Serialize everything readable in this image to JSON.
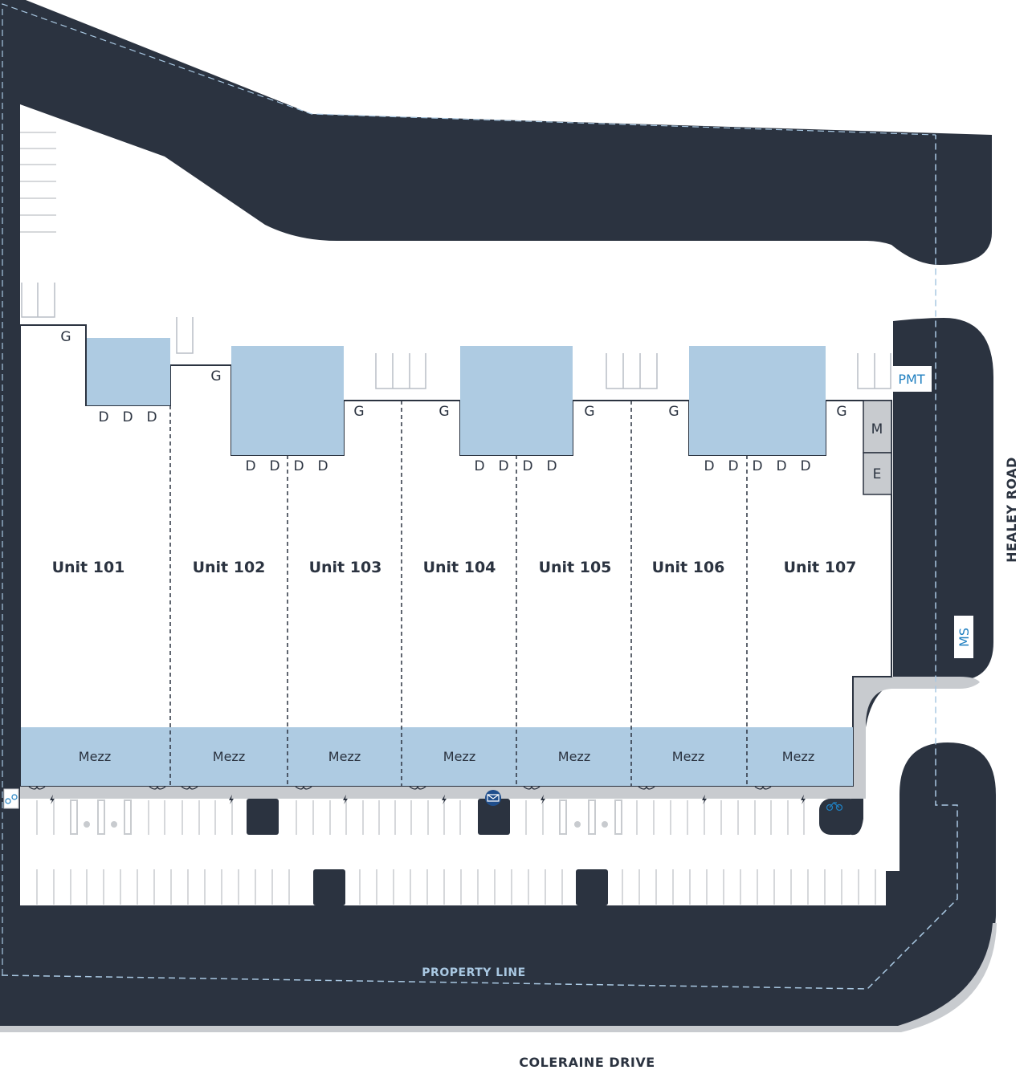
{
  "roads": {
    "south": "COLERAINE DRIVE",
    "east": "HEALEY ROAD"
  },
  "property_line_label": "PROPERTY LINE",
  "units": [
    {
      "label": "Unit 101",
      "mezz": "Mezz"
    },
    {
      "label": "Unit 102",
      "mezz": "Mezz"
    },
    {
      "label": "Unit 103",
      "mezz": "Mezz"
    },
    {
      "label": "Unit 104",
      "mezz": "Mezz"
    },
    {
      "label": "Unit 105",
      "mezz": "Mezz"
    },
    {
      "label": "Unit 106",
      "mezz": "Mezz"
    },
    {
      "label": "Unit 107",
      "mezz": "Mezz"
    }
  ],
  "door_codes": {
    "grade": "G",
    "dock": "D"
  },
  "utility_rooms": {
    "meter": "M",
    "electrical": "E"
  },
  "tags": {
    "pmt": "PMT",
    "ms": "MS"
  },
  "colors": {
    "road": "#2b3340",
    "dock_area": "#aecbe2",
    "mezzanine": "#aecbe2",
    "curb": "#c8cbcf",
    "property_line": "#a9c8e2",
    "tag_text": "#1f7fc0"
  },
  "icons": {
    "accessible_parking": "wheelchair-icon",
    "ev_charging": "lightning-icon",
    "bike_parking": "bicycle-icon",
    "mailbox": "mail-icon"
  }
}
